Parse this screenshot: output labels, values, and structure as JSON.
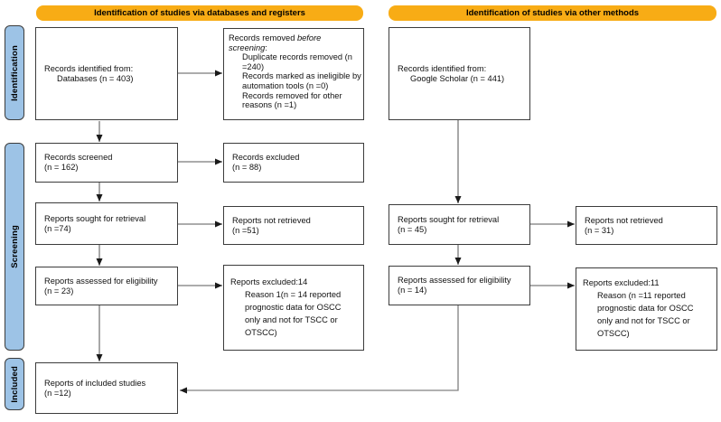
{
  "colors": {
    "header_bg": "#F8AC15",
    "stage_bg": "#9DC3E6",
    "box_border": "#3C3C3C",
    "arrow_shaft": "#7A7A7A",
    "arrow_head": "#1A1A1A",
    "elbow_arrow": "#808080"
  },
  "headers": {
    "databases": "Identification of studies via databases and registers",
    "other_methods": "Identification of studies via other methods"
  },
  "stages": {
    "identification": "Identification",
    "screening": "Screening",
    "included": "Included"
  },
  "boxes": {
    "db_identified": {
      "line1": "Records identified from:",
      "line2": "Databases (n = 403)"
    },
    "db_removed": {
      "intro": "Records removed ",
      "intro_em1": "before",
      "intro_em2": "screening",
      "intro_colon": ":",
      "item1": "Duplicate records removed (n =240)",
      "item2": "Records marked as ineligible by automation tools (n =0)",
      "item3": "Records removed for other reasons (n =1)"
    },
    "db_screened": {
      "line1": "Records screened",
      "line2": "(n = 162)"
    },
    "db_excluded": {
      "line1": "Records excluded",
      "line2": "(n = 88)"
    },
    "db_sought": {
      "line1": "Reports sought for retrieval",
      "line2": "(n =74)"
    },
    "db_not_retrieved": {
      "line1": "Reports not retrieved",
      "line2": "(n =51)"
    },
    "db_assessed": {
      "line1": "Reports assessed for eligibility",
      "line2": "(n = 23)"
    },
    "db_reports_excluded": {
      "line1": "Reports excluded:14",
      "reason": "Reason 1(n = 14 reported prognostic data for OSCC only and not for TSCC or OTSCC)"
    },
    "included_reports": {
      "line1": "Reports of included studies",
      "line2": "(n =12)"
    },
    "om_identified": {
      "line1": "Records identified from:",
      "line2": "Google Scholar (n = 441)"
    },
    "om_sought": {
      "line1": "Reports sought for retrieval",
      "line2": "(n = 45)"
    },
    "om_not_retrieved": {
      "line1": "Reports not retrieved",
      "line2": "(n = 31)"
    },
    "om_assessed": {
      "line1": "Reports assessed for eligibility",
      "line2": "(n = 14)"
    },
    "om_reports_excluded": {
      "line1": "Reports excluded:11",
      "reason": "Reason (n =11 reported prognostic data for OSCC only and not for TSCC or OTSCC)"
    }
  }
}
